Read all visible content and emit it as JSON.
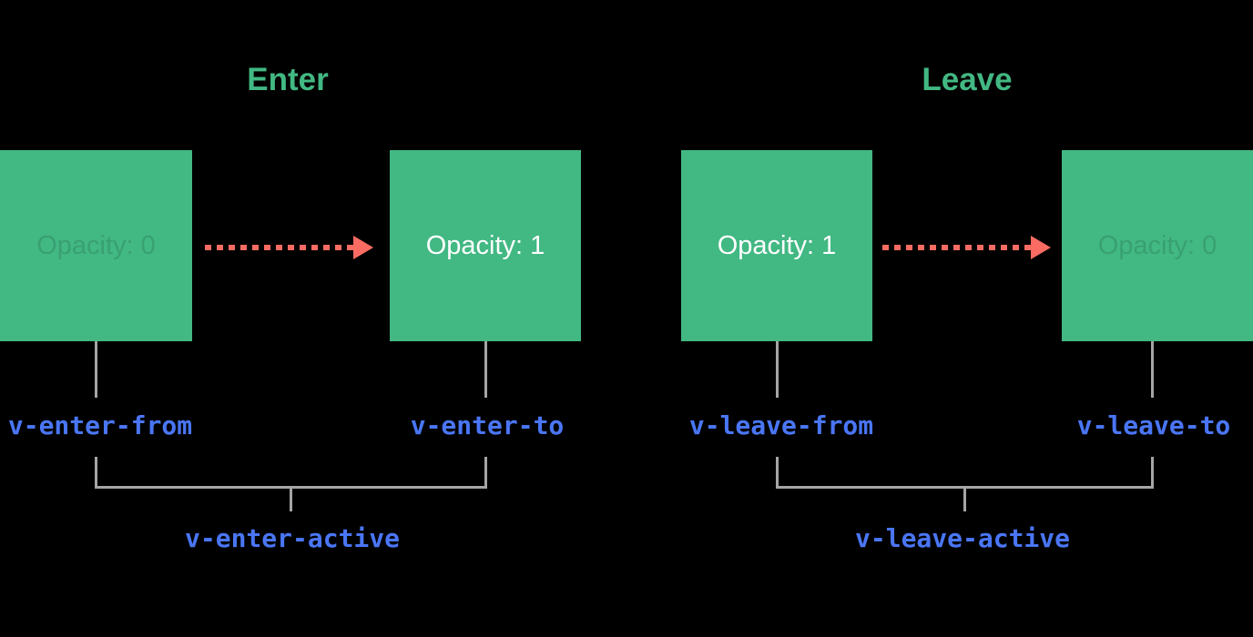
{
  "background": "#000000",
  "colors": {
    "box_green": "#42b883",
    "title_green": "#42b883",
    "arrow_salmon": "#fa6c62",
    "class_label_blue": "#4a76f5",
    "connector_gray": "#a5a5a5",
    "solid_text": "#ffffff"
  },
  "sections": [
    {
      "id": "enter",
      "title": "Enter",
      "boxes": [
        {
          "label": "Opacity: 0",
          "state": "faded"
        },
        {
          "label": "Opacity: 1",
          "state": "solid"
        }
      ],
      "arrow_icon": "dashed-right-arrow-icon",
      "class_labels": {
        "from": "v-enter-from",
        "to": "v-enter-to",
        "active": "v-enter-active"
      }
    },
    {
      "id": "leave",
      "title": "Leave",
      "boxes": [
        {
          "label": "Opacity: 1",
          "state": "solid"
        },
        {
          "label": "Opacity: 0",
          "state": "faded"
        }
      ],
      "arrow_icon": "dashed-right-arrow-icon",
      "class_labels": {
        "from": "v-leave-from",
        "to": "v-leave-to",
        "active": "v-leave-active"
      }
    }
  ]
}
